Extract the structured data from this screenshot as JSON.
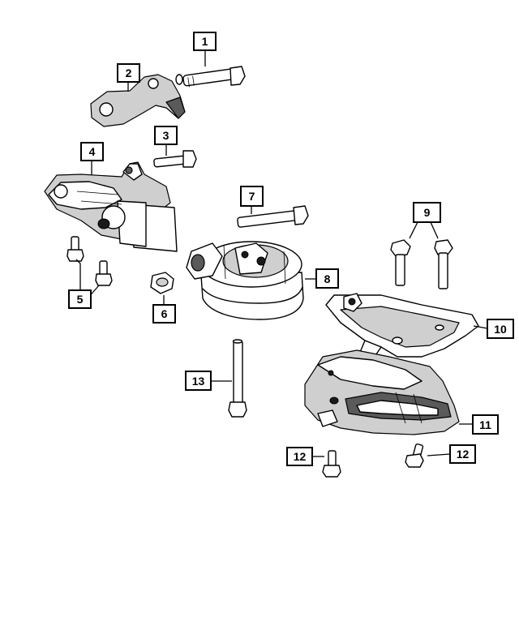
{
  "callouts": {
    "c1": "1",
    "c2": "2",
    "c3": "3",
    "c4": "4",
    "c5": "5",
    "c6": "6",
    "c7": "7",
    "c8": "8",
    "c9": "9",
    "c10": "10",
    "c11": "11",
    "c12a": "12",
    "c12b": "12",
    "c13": "13"
  },
  "colors": {
    "line": "#000000",
    "background": "#ffffff",
    "shade": "#cfcfcf",
    "dark": "#5a5a5a"
  }
}
